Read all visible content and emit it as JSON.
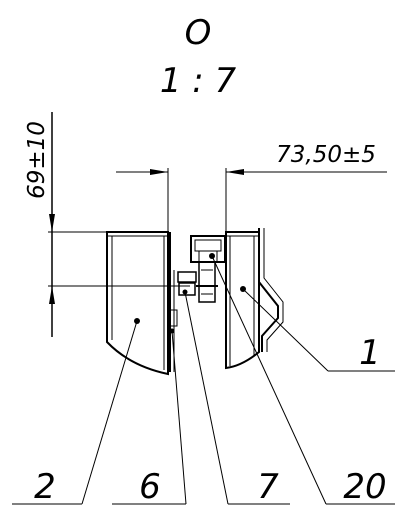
{
  "view": {
    "letter": "О",
    "scale": "1 : 7"
  },
  "dimensions": {
    "vertical": "69±10",
    "horizontal": "73,50±5"
  },
  "callouts": {
    "c1": "1",
    "c2": "2",
    "c6": "6",
    "c7": "7",
    "c20": "20"
  }
}
